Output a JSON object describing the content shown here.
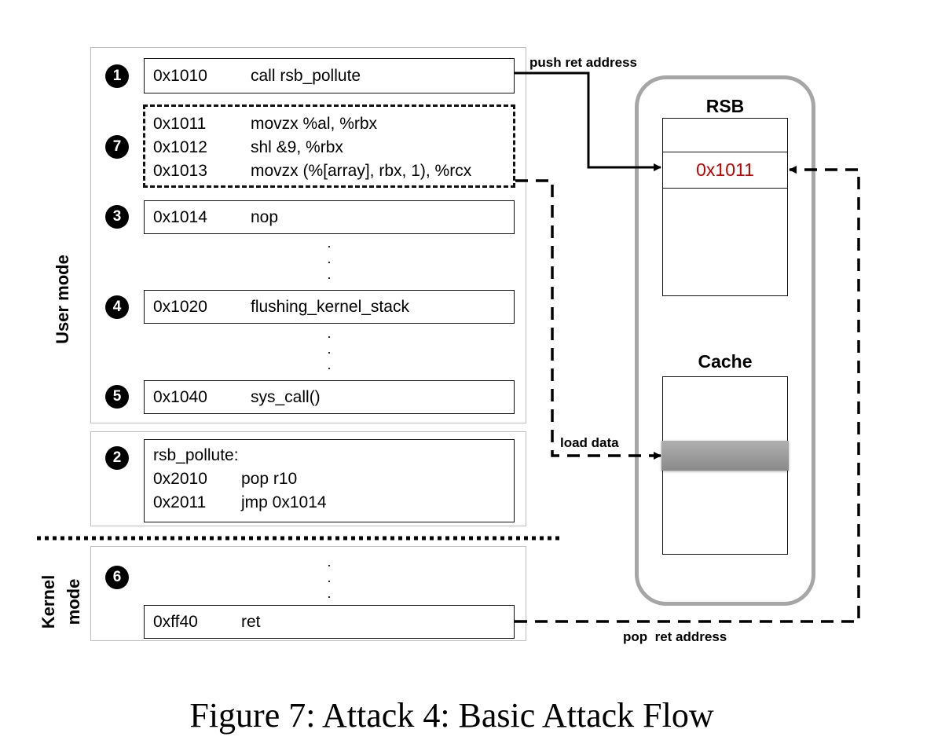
{
  "side_labels": {
    "user_mode": "User mode",
    "kernel_mode_line1": "Kernel",
    "kernel_mode_line2": "mode"
  },
  "steps": {
    "s1": {
      "badge": "1",
      "address": "0x1010",
      "instruction": "call rsb_pollute"
    },
    "s7": {
      "badge": "7",
      "rows": [
        {
          "address": "0x1011",
          "instruction": "movzx %al, %rbx"
        },
        {
          "address": "0x1012",
          "instruction": "shl &9, %rbx"
        },
        {
          "address": "0x1013",
          "instruction": "movzx (%[array], rbx, 1), %rcx"
        }
      ]
    },
    "s3": {
      "badge": "3",
      "address": "0x1014",
      "instruction": "nop"
    },
    "s4": {
      "badge": "4",
      "address": "0x1020",
      "instruction": "flushing_kernel_stack"
    },
    "s5": {
      "badge": "5",
      "address": "0x1040",
      "instruction": "sys_call()"
    },
    "s2": {
      "badge": "2",
      "header": "rsb_pollute:",
      "rows": [
        {
          "address": "0x2010",
          "instruction": "pop r10"
        },
        {
          "address": "0x2011",
          "instruction": "jmp 0x1014"
        }
      ]
    },
    "s6": {
      "badge": "6",
      "address": "0xff40",
      "instruction": "ret"
    }
  },
  "ellipsis": ".",
  "hardware": {
    "rsb_title": "RSB",
    "rsb_entry": "0x1011",
    "cache_title": "Cache"
  },
  "arrows": {
    "push": "push ret address",
    "load": "load data",
    "pop": "pop  ret address"
  },
  "colors": {
    "rsb_entry_text": "#c00000",
    "container_border": "#a6a6a6",
    "panel_border": "#bdbdbd"
  },
  "caption": "Figure 7: Attack 4: Basic Attack Flow"
}
